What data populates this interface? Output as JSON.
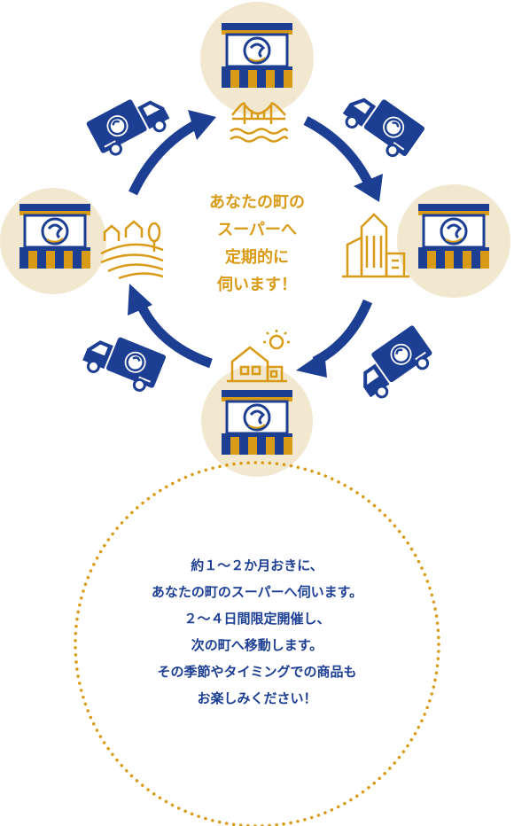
{
  "center_message": {
    "lines": [
      "あなたの町の",
      "スーパーへ",
      "定期的に",
      "伺います！"
    ]
  },
  "info_message": {
    "lines": [
      "約１～２か月おきに、",
      "あなたの町のスーパーへ伺います。",
      "２～４日間限定開催し、",
      "次の町へ移動します。",
      "その季節やタイミングでの商品も",
      "お楽しみください！"
    ]
  },
  "colors": {
    "navy": "#1d3f93",
    "gold": "#d99a15",
    "beige": "#f2e8cf",
    "white": "#ffffff"
  },
  "icons": [
    "market-stall-icon",
    "delivery-truck-icon",
    "bridge-icon",
    "city-buildings-icon",
    "house-sun-icon",
    "farm-fields-icon",
    "cycle-arrow-icon"
  ]
}
